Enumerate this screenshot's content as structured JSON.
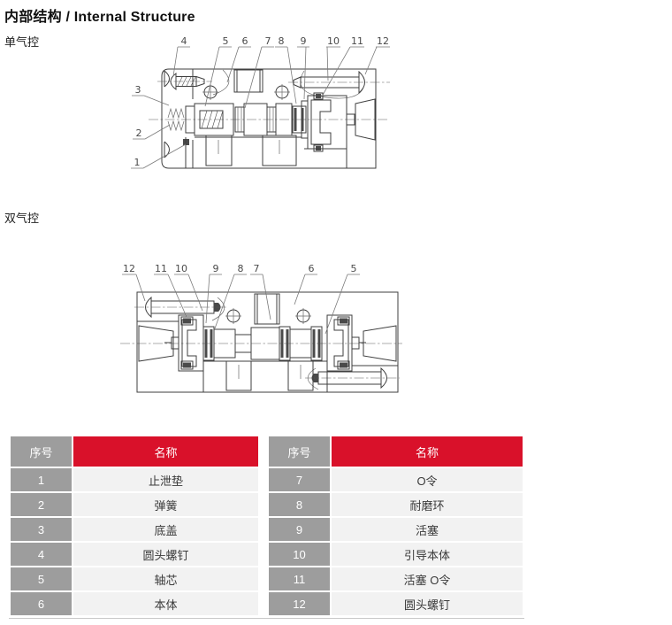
{
  "title": "内部结构 / Internal Structure",
  "diagram1": {
    "label": "单气控",
    "callouts_top": [
      "4",
      "5",
      "6",
      "7",
      "8",
      "9",
      "10",
      "11",
      "12"
    ],
    "callouts_left": [
      "3",
      "2",
      "1"
    ]
  },
  "diagram2": {
    "label": "双气控",
    "callouts_top": [
      "12",
      "11",
      "10",
      "9",
      "8",
      "7",
      "6",
      "5"
    ]
  },
  "table": {
    "header_no": "序号",
    "header_name": "名称",
    "left_rows": [
      {
        "no": "1",
        "name": "止泄垫"
      },
      {
        "no": "2",
        "name": "弹簧"
      },
      {
        "no": "3",
        "name": "底盖"
      },
      {
        "no": "4",
        "name": "圆头螺钉"
      },
      {
        "no": "5",
        "name": "轴芯"
      },
      {
        "no": "6",
        "name": "本体"
      }
    ],
    "right_rows": [
      {
        "no": "7",
        "name": "O令"
      },
      {
        "no": "8",
        "name": "耐磨环"
      },
      {
        "no": "9",
        "name": "活塞"
      },
      {
        "no": "10",
        "name": "引导本体"
      },
      {
        "no": "11",
        "name": "活塞 O令"
      },
      {
        "no": "12",
        "name": "圆头螺钉"
      }
    ]
  },
  "colors": {
    "accent_red": "#d9112a",
    "index_gray": "#9d9d9d",
    "row_bg": "#f2f2f2",
    "line_dark": "#3f3f3f"
  }
}
